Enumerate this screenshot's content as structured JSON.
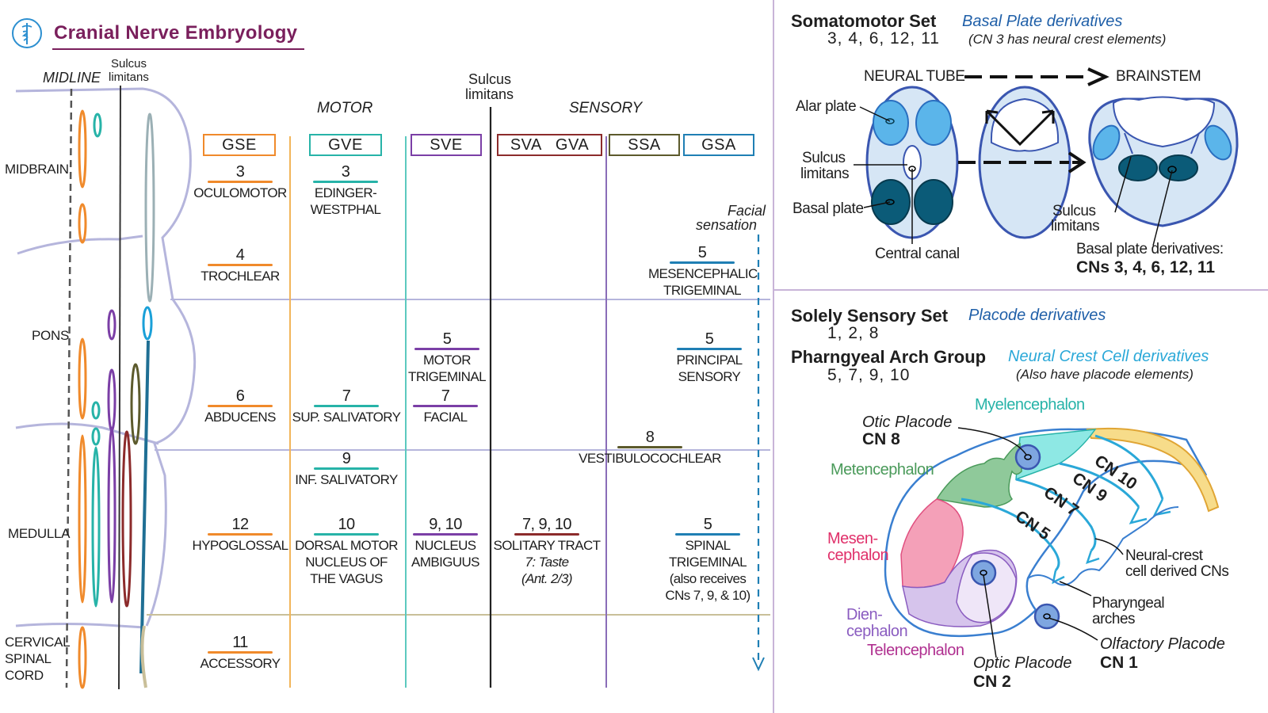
{
  "title": "Cranial Nerve Embryology",
  "left_panel": {
    "midline": "MIDLINE",
    "sulcus_top": "Sulcus",
    "limitans_top": "limitans",
    "sulcus_mid": "Sulcus",
    "limitans_mid": "limitans",
    "motor": "MOTOR",
    "sensory": "SENSORY",
    "rows": [
      "MIDBRAIN",
      "PONS",
      "MEDULLA"
    ],
    "cervical": [
      "CERVICAL",
      "SPINAL",
      "CORD"
    ],
    "facial_sensation": [
      "Facial",
      "sensation"
    ],
    "columns": [
      {
        "label": "GSE",
        "color": "#f08a2b"
      },
      {
        "label": "GVE",
        "color": "#27b3a8"
      },
      {
        "label": "SVE",
        "color": "#7b3fa6"
      },
      {
        "label": "SVA   GVA",
        "color": "#8c2b2b"
      },
      {
        "label": "SSA",
        "color": "#5c5a2c"
      },
      {
        "label": "GSA",
        "color": "#1f7fb4"
      }
    ]
  },
  "nuclei": {
    "n3": {
      "num": "3",
      "name": "OCULOMOTOR"
    },
    "ew": {
      "num": "3",
      "name1": "EDINGER-",
      "name2": "WESTPHAL"
    },
    "n4": {
      "num": "4",
      "name": "TROCHLEAR"
    },
    "mes": {
      "num": "5",
      "name1": "MESENCEPHALIC",
      "name2": "TRIGEMINAL"
    },
    "mot5": {
      "num": "5",
      "name1": "MOTOR",
      "name2": "TRIGEMINAL"
    },
    "ps": {
      "num": "5",
      "name1": "PRINCIPAL",
      "name2": "SENSORY"
    },
    "n6": {
      "num": "6",
      "name": "ABDUCENS"
    },
    "sup": {
      "num": "7",
      "name": "SUP. SALIVATORY"
    },
    "fac": {
      "num": "7",
      "name": "FACIAL"
    },
    "vc": {
      "num": "8",
      "name": "VESTIBULOCOCHLEAR"
    },
    "inf": {
      "num": "9",
      "name": "INF. SALIVATORY"
    },
    "n12": {
      "num": "12",
      "name": "HYPOGLOSSAL"
    },
    "dmv": {
      "num": "10",
      "name1": "DORSAL MOTOR",
      "name2": "NUCLEUS OF",
      "name3": "THE VAGUS"
    },
    "amb": {
      "num": "9, 10",
      "name1": "NUCLEUS",
      "name2": "AMBIGUUS"
    },
    "sol": {
      "num": "7, 9, 10",
      "name1": "SOLITARY TRACT",
      "name2": "7: Taste",
      "name3": "(Ant. 2/3)"
    },
    "sp5": {
      "num": "5",
      "name1": "SPINAL",
      "name2": "TRIGEMINAL",
      "name3": "(also receives",
      "name4": "CNs 7, 9, & 10)"
    },
    "n11": {
      "num": "11",
      "name": "ACCESSORY"
    }
  },
  "somatomotor": {
    "title": "Somatomotor Set",
    "subtitle": "Basal Plate derivatives",
    "nums": "3, 4, 6, 12, 11",
    "note": "(CN 3 has neural crest elements)",
    "neural_tube": "NEURAL TUBE",
    "brainstem": "BRAINSTEM",
    "alar_plate": "Alar plate",
    "sulcus": "Sulcus",
    "limitans": "limitans",
    "basal_plate": "Basal plate",
    "central_canal": "Central canal",
    "sulcus2": "Sulcus",
    "limitans2": "limitans",
    "derivatives1": "Basal plate derivatives:",
    "derivatives2": "CNs 3, 4, 6, 12, 11"
  },
  "sensory_set": {
    "title": "Solely Sensory Set",
    "subtitle": "Placode derivatives",
    "nums": "1, 2, 8"
  },
  "arch_group": {
    "title": "Pharngyeal Arch Group",
    "subtitle": "Neural Crest Cell derivatives",
    "nums": "5, 7, 9, 10",
    "note": "(Also have placode elements)",
    "myelencephalon": "Myelencephalon",
    "metencephalon": "Metencephalon",
    "mesencephalon1": "Mesen-",
    "mesencephalon2": "cephalon",
    "diencephalon1": "Dien-",
    "diencephalon2": "cephalon",
    "telencephalon": "Telencephalon",
    "otic1": "Otic Placode",
    "otic2": "CN 8",
    "optic1": "Optic Placode",
    "optic2": "CN 2",
    "olfactory1": "Olfactory Placode",
    "olfactory2": "CN 1",
    "ncc1": "Neural-crest",
    "ncc2": "cell derived CNs",
    "pa1": "Pharyngeal",
    "pa2": "arches",
    "cn10": "CN 10",
    "cn9": "CN 9",
    "cn7": "CN 7",
    "cn5": "CN 5"
  },
  "colors": {
    "title": "#7a1f5c",
    "blue_text": "#1f5fa8",
    "cyan_text": "#2aa8d8",
    "basal": "#0b5b78",
    "alar": "#5bb5ea",
    "tube": "#d6e6f5",
    "tube_border": "#3a56b0"
  }
}
